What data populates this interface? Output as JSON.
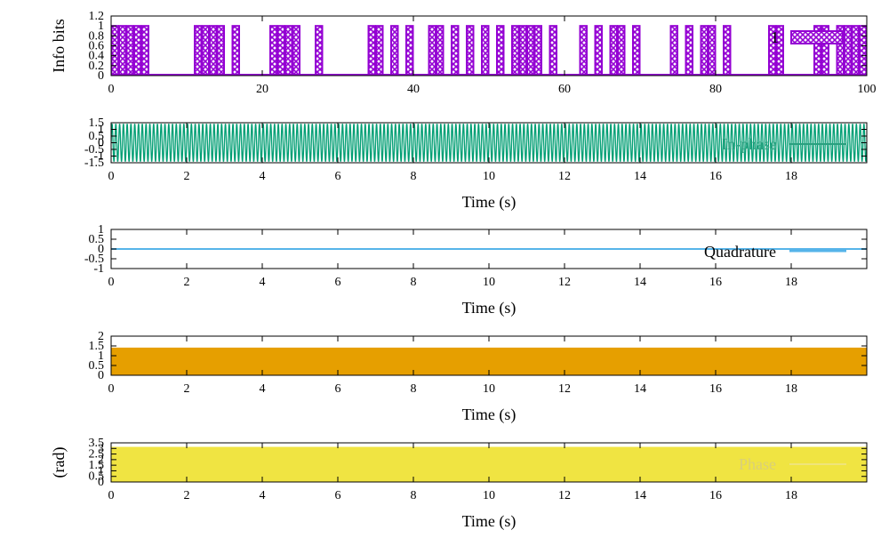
{
  "chart_data": [
    {
      "type": "bar",
      "title": "",
      "ylabel": "Info bits",
      "xlabel": "",
      "xlim": [
        0,
        100
      ],
      "ylim": [
        0,
        1.2
      ],
      "xticks": [
        "0",
        "20",
        "40",
        "60",
        "80",
        "100"
      ],
      "yticks": [
        "0",
        "0.2",
        "0.4",
        "0.6",
        "0.8",
        "1",
        "1.2"
      ],
      "grid": false,
      "legend_position": "top-right",
      "fill_pattern": "crosshatch",
      "color": "#9400d3",
      "series": [
        {
          "name": "1",
          "x": [
            0,
            1,
            2,
            3,
            4,
            5,
            6,
            7,
            8,
            9,
            10,
            11,
            12,
            13,
            14,
            15,
            16,
            17,
            18,
            19,
            20,
            21,
            22,
            23,
            24,
            25,
            26,
            27,
            28,
            29,
            30,
            31,
            32,
            33,
            34,
            35,
            36,
            37,
            38,
            39,
            40,
            41,
            42,
            43,
            44,
            45,
            46,
            47,
            48,
            49,
            50,
            51,
            52,
            53,
            54,
            55,
            56,
            57,
            58,
            59,
            60,
            61,
            62,
            63,
            64,
            65,
            66,
            67,
            68,
            69,
            70,
            71,
            72,
            73,
            74,
            75,
            76,
            77,
            78,
            79,
            80,
            81,
            82,
            83,
            84,
            85,
            86,
            87,
            88,
            89,
            90,
            91,
            92,
            93,
            94,
            95,
            96,
            97,
            98,
            99
          ],
          "values": [
            1,
            1,
            1,
            1,
            1,
            0,
            0,
            0,
            0,
            0,
            0,
            1,
            1,
            1,
            1,
            0,
            1,
            0,
            0,
            0,
            0,
            1,
            1,
            1,
            1,
            0,
            0,
            1,
            0,
            0,
            0,
            0,
            0,
            0,
            1,
            1,
            0,
            1,
            0,
            1,
            0,
            0,
            1,
            1,
            0,
            1,
            0,
            1,
            0,
            1,
            0,
            1,
            0,
            1,
            1,
            1,
            1,
            0,
            1,
            0,
            0,
            0,
            1,
            0,
            1,
            0,
            1,
            1,
            0,
            1,
            0,
            0,
            0,
            0,
            1,
            0,
            1,
            0,
            1,
            1,
            0,
            1,
            0,
            0,
            0,
            0,
            0,
            1,
            1,
            0,
            0,
            0,
            0,
            1,
            1,
            0,
            1,
            1,
            1,
            1
          ]
        }
      ]
    },
    {
      "type": "line",
      "title": "",
      "xlabel": "Time (s)",
      "ylabel": "",
      "xlim": [
        0,
        20
      ],
      "ylim": [
        -1.5,
        1.5
      ],
      "xticks": [
        "0",
        "2",
        "4",
        "6",
        "8",
        "10",
        "12",
        "14",
        "16",
        "18"
      ],
      "yticks": [
        "-1.5",
        "-1",
        "-0.5",
        "0",
        "0.5",
        "1",
        "1.5"
      ],
      "grid": false,
      "legend_position": "right",
      "color": "#009e73",
      "series": [
        {
          "name": "In-phase",
          "amplitude": 1.414,
          "frequency_hz": 10,
          "duration_s": 20
        }
      ]
    },
    {
      "type": "line",
      "title": "",
      "xlabel": "Time (s)",
      "ylabel": "",
      "xlim": [
        0,
        20
      ],
      "ylim": [
        -1,
        1
      ],
      "xticks": [
        "0",
        "2",
        "4",
        "6",
        "8",
        "10",
        "12",
        "14",
        "16",
        "18"
      ],
      "yticks": [
        "-1",
        "-0.5",
        "0",
        "0.5",
        "1"
      ],
      "grid": false,
      "legend_position": "right",
      "color": "#56b4e9",
      "series": [
        {
          "name": "Quadrature",
          "x": [
            0,
            20
          ],
          "values": [
            0,
            0
          ]
        }
      ]
    },
    {
      "type": "area",
      "title": "",
      "xlabel": "Time (s)",
      "ylabel": "",
      "xlim": [
        0,
        20
      ],
      "ylim": [
        0,
        2
      ],
      "xticks": [
        "0",
        "2",
        "4",
        "6",
        "8",
        "10",
        "12",
        "14",
        "16",
        "18"
      ],
      "yticks": [
        "0",
        "0.5",
        "1",
        "1.5",
        "2"
      ],
      "grid": false,
      "color": "#e69f00",
      "series": [
        {
          "name": "",
          "min": 0,
          "max": 1.414,
          "duration_s": 20
        }
      ]
    },
    {
      "type": "area",
      "title": "",
      "xlabel": "Time (s)",
      "ylabel": "(rad)",
      "xlim": [
        0,
        20
      ],
      "ylim": [
        0,
        3.5
      ],
      "xticks": [
        "0",
        "2",
        "4",
        "6",
        "8",
        "10",
        "12",
        "14",
        "16",
        "18"
      ],
      "yticks": [
        "0",
        "0.5",
        "1",
        "1.5",
        "2",
        "2.5",
        "3",
        "3.5"
      ],
      "grid": false,
      "legend_position": "right",
      "color": "#f0e442",
      "series": [
        {
          "name": "Phase",
          "min": 0,
          "max": 3.1416,
          "duration_s": 20
        }
      ]
    }
  ]
}
